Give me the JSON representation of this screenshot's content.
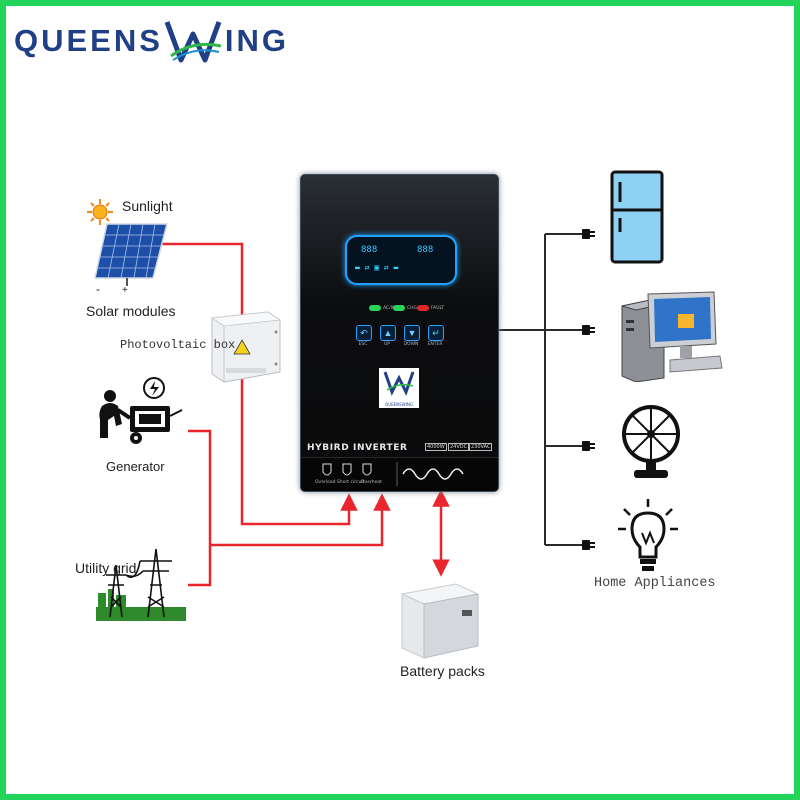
{
  "brand": {
    "left": "QUEENS",
    "right": "ING",
    "mark": "W-swoosh-logo",
    "color": "#1f3f86"
  },
  "labels": {
    "sunlight": "Sunlight",
    "solar_modules": "Solar modules",
    "minus": "-",
    "plus": "+",
    "pv_box": "Photovoltaic box",
    "generator": "Generator",
    "utility_grid": "Utility grid",
    "battery": "Battery packs",
    "appliances": "Home Appliances"
  },
  "inverter": {
    "title": "HYBIRD   INVERTER",
    "specs": [
      "4000W",
      "24VDC",
      "230VAC"
    ],
    "logo_caption": "QUEENSWING",
    "buttons": [
      {
        "icon": "↶",
        "caption": "ESC"
      },
      {
        "icon": "▲",
        "caption": "UP"
      },
      {
        "icon": "▼",
        "caption": "DOWN"
      },
      {
        "icon": "↵",
        "caption": "ENTER"
      }
    ],
    "leds": [
      {
        "label": "AC/INV",
        "color": "#28d45c"
      },
      {
        "label": "CHG",
        "color": "#28d45c"
      },
      {
        "label": "FAULT",
        "color": "#e0262b"
      }
    ],
    "lcd": {
      "left": "888",
      "right": "888"
    },
    "protections": [
      "Overload",
      "Short circuit",
      "Overheat"
    ]
  },
  "colors": {
    "frame": "#22d45a",
    "wire_red": "#e8262b",
    "wire_dark": "#2a2a2a"
  }
}
